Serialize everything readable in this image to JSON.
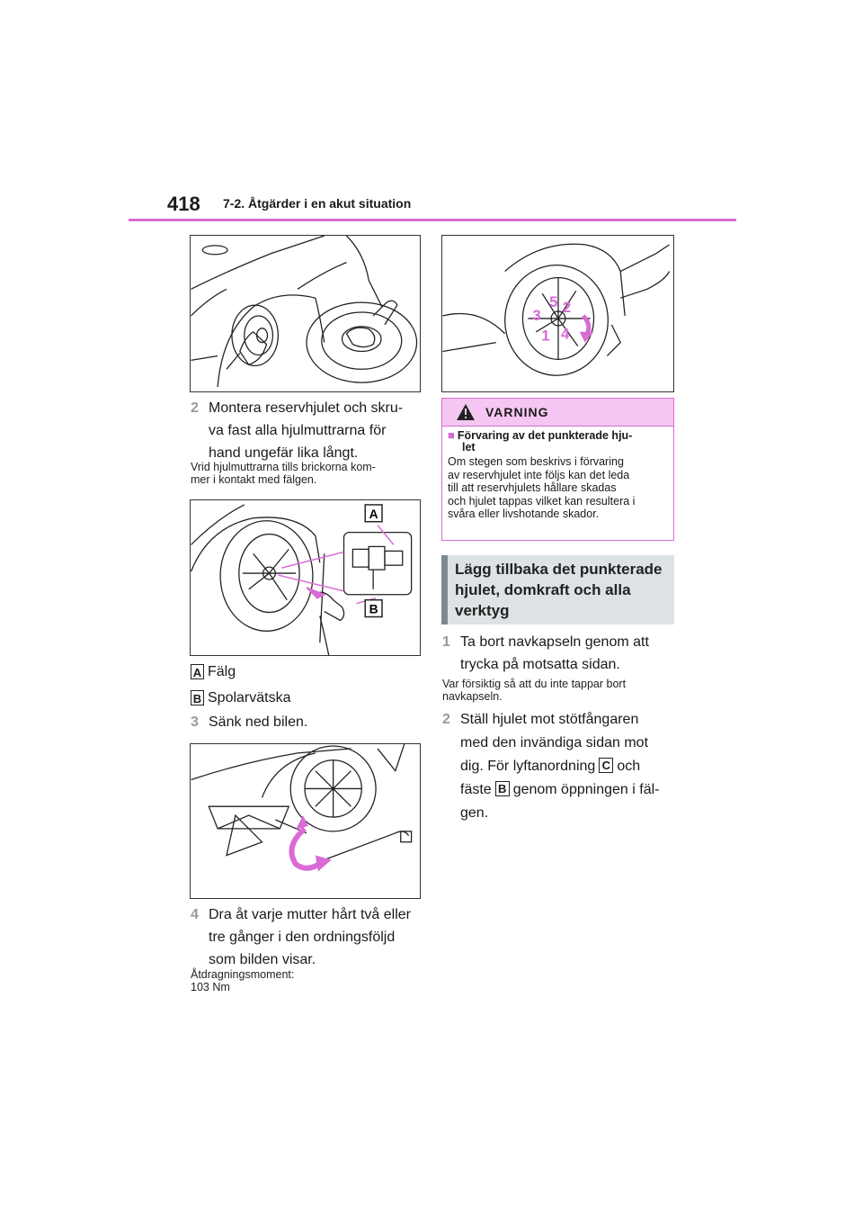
{
  "header": {
    "page_number": "418",
    "section": "7-2. Åtgärder i en akut situation"
  },
  "left": {
    "step2": {
      "num": "2",
      "text": [
        "Montera reservhjulet och skru-",
        "va fast alla hjulmuttrarna för",
        "hand ungefär lika långt."
      ],
      "note": [
        "Vrid hjulmuttrarna tills brickorna kom-",
        "mer i kontakt med fälgen."
      ]
    },
    "figure2_callouts": [
      "A",
      "B"
    ],
    "legend": [
      {
        "badge": "A",
        "label": "Fälg"
      },
      {
        "badge": "B",
        "label": "Spolarvätska"
      }
    ],
    "step3": {
      "num": "3",
      "text": "Sänk ned bilen."
    },
    "step4": {
      "num": "4",
      "text": [
        "Dra åt varje mutter hårt två eller",
        "tre gånger i den ordningsföljd",
        "som bilden visar."
      ],
      "note": [
        "Åtdragningsmoment:",
        "103 Nm"
      ]
    }
  },
  "right": {
    "figure_order_numbers": [
      "1",
      "2",
      "3",
      "4",
      "5"
    ],
    "warning": {
      "title": "VARNING",
      "subtitle": [
        "Förvaring av det punkterade hju-",
        "let"
      ],
      "body": [
        "Om stegen som beskrivs i förvaring",
        "av reservhjulet inte följs kan det leda",
        "till att reservhjulets hållare skadas",
        "och hjulet tappas vilket kan resultera i",
        "svåra eller livshotande skador."
      ]
    },
    "section_title": [
      "Lägg tillbaka det punkterade",
      "hjulet, domkraft och alla",
      "verktyg"
    ],
    "step1": {
      "num": "1",
      "text": [
        "Ta bort navkapseln genom att",
        "trycka på motsatta sidan."
      ],
      "note": [
        "Var försiktig så att du inte tappar bort",
        "navkapseln."
      ]
    },
    "step2": {
      "num": "2",
      "line1": "Ställ hjulet mot stötfångaren",
      "line2": "med den invändiga sidan mot",
      "line3_before": "dig. För lyftanordning",
      "line3_badge": "C",
      "line3_after": "och",
      "line4_before": "fäste",
      "line4_badge": "B",
      "line4_after": "genom öppningen i fäl-",
      "line5": "gen."
    }
  },
  "colors": {
    "accent": "#d86bd4",
    "warning_fill": "#f6c6f2",
    "section_fill": "#dde3e5",
    "section_bar": "#7c8a90",
    "step_number": "#9a9a9a"
  }
}
